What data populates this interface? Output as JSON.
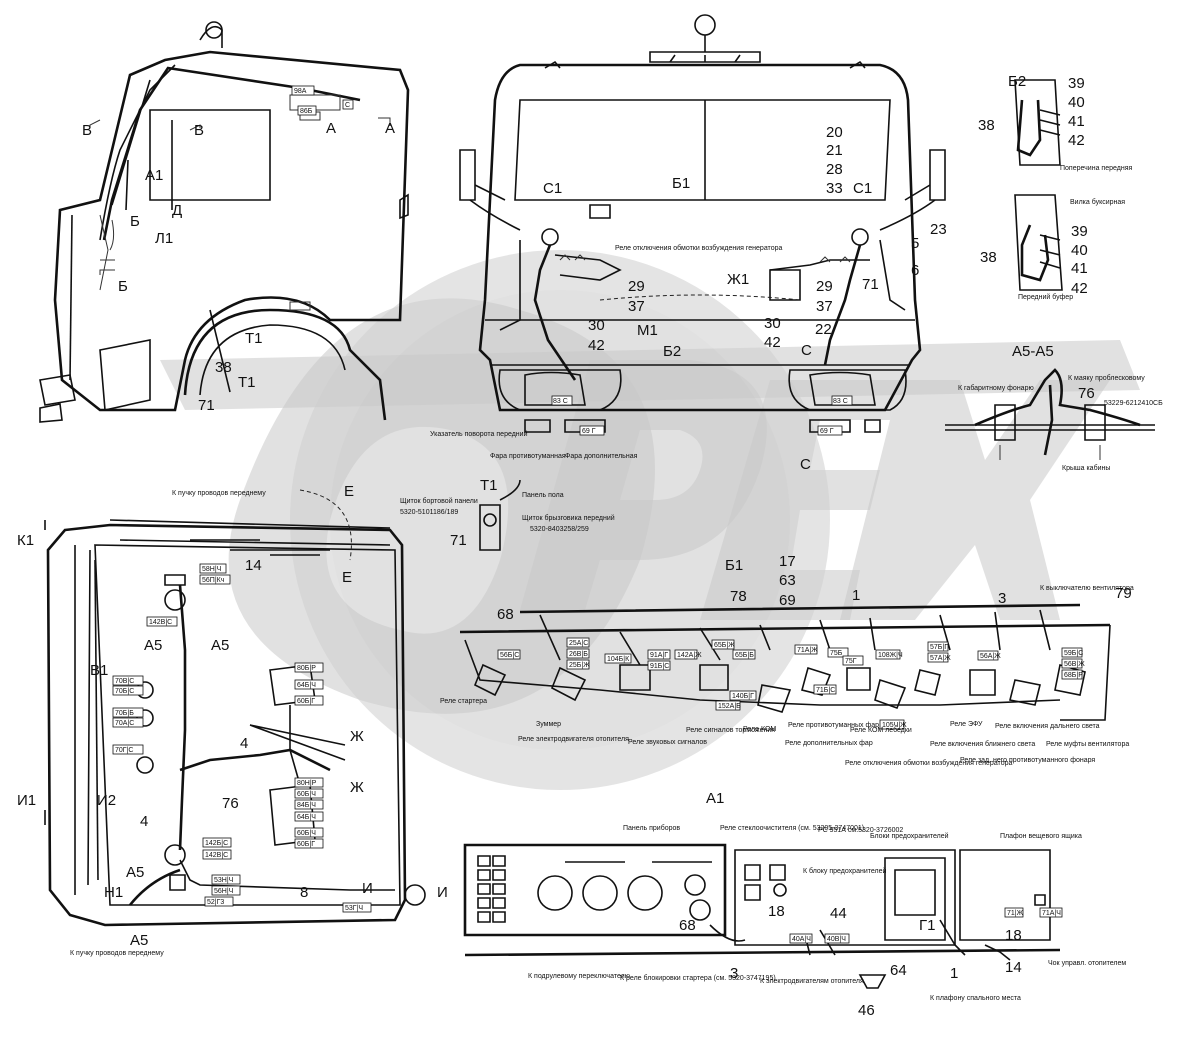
{
  "watermark": {
    "text": "OPEX",
    "color": "#c9c9c9"
  },
  "labels": {
    "side_view": {
      "v_left": "В",
      "v_right": "В",
      "a_left": "А",
      "a_right": "А",
      "a1": "А1",
      "b_left": "Б",
      "b_inner": "Б",
      "d": "Д",
      "l1": "Л1",
      "t1_a": "Т1",
      "t1_b": "Т1",
      "n38": "38",
      "n71": "71"
    },
    "front_view": {
      "c1_left": "С1",
      "c1_right": "С1",
      "b1": "Б1",
      "b2": "Б2",
      "m1": "М1",
      "zh1": "Ж1",
      "c_top": "С",
      "c_bottom": "С",
      "n20": "20",
      "n21": "21",
      "n28": "28",
      "n33": "33",
      "n5": "5",
      "n6": "6",
      "n23": "23",
      "n29a": "29",
      "n37a": "37",
      "n30a": "30",
      "n42a": "42",
      "n29b": "29",
      "n37b": "37",
      "n71": "71",
      "n30b": "30",
      "n42b": "42",
      "n22": "22"
    },
    "bumper_view": {
      "b2": "Б2",
      "n38a": "38",
      "n39a": "39",
      "n40a": "40",
      "n41a": "41",
      "n42a": "42",
      "n38b": "38",
      "n39b": "39",
      "n40b": "40",
      "n41b": "41",
      "n42b": "42",
      "cap_front_cross": "Поперечина передняя",
      "cap_tow": "Вилка буксирная",
      "cap_front_bumper": "Передний буфер"
    },
    "section_a5": {
      "title": "А5-А5",
      "n76": "76",
      "cap_to_marker": "К габаритному фонарю",
      "cap_to_beacon": "К маяку проблесковому",
      "cap_part": "53229-6212410СБ",
      "cap_roof": "Крыша кабины"
    },
    "front_captions": {
      "turn": "Указатель поворота передний",
      "fog": "Фара противотуманная",
      "extra": "Фара дополнительная",
      "relay": "Реле отключения обмотки возбуждения генератора"
    },
    "t1_detail": {
      "title": "Т1",
      "n71": "71",
      "cap_shield": "Щиток брызговика передний",
      "cap_shield_part": "5320-8403258/259",
      "cap_step": "Щиток бортовой панели",
      "cap_step_part": "5320-5101186/189",
      "cap_panel": "Панель пола"
    },
    "inside_view": {
      "k1": "К1",
      "e_top": "Е",
      "e_bot": "Е",
      "n14": "14",
      "a5_l": "А5",
      "a5_r": "А5",
      "v1": "В1",
      "i1": "И1",
      "i2": "И2",
      "n4a": "4",
      "n4b": "4",
      "n76": "76",
      "zh_a": "Ж",
      "zh_b": "Ж",
      "a5_b1": "А5",
      "a5_b2": "А5",
      "n1": "Н1",
      "n8": "8",
      "i_a": "И",
      "i_b": "И",
      "cap_to_front": "К пучку проводов переднему",
      "cap_to_front2": "К пучку проводов переднему"
    },
    "relay_row": {
      "b1": "Б1",
      "n17": "17",
      "n63": "63",
      "n69": "69",
      "n78": "78",
      "n1": "1",
      "n3": "3",
      "n68": "68",
      "n79": "79",
      "cap_fan": "К выключателю вентилятора"
    },
    "relay_captions": [
      "Реле стартера",
      "Зуммер",
      "Реле электродвигателя отопителя",
      "Реле звуковых сигналов",
      "Реле сигналов торможения",
      "Реле КОМ",
      "Реле противотуманных фар",
      "Реле дополнительных фар",
      "Реле КОМ лебедки",
      "Реле отключения обмотки возбуждения генератора",
      "Реле включения ближнего света",
      "Реле ЭФУ",
      "Реле включения дальнего света",
      "Реле зад. него противотуманного фонаря",
      "Реле муфты вентилятора"
    ],
    "dash_view": {
      "title": "А1",
      "n3": "3",
      "n68": "68",
      "n18a": "18",
      "n44": "44",
      "n64": "64",
      "n46": "46",
      "n1": "1",
      "n14": "14",
      "n18b": "18",
      "g1": "Г1",
      "cap_panel": "Панель приборов",
      "cap_relay": "Реле стеклоочистителя (см. 53205-3747001)",
      "cap_rs": "РС 951А см.5320-3726002",
      "cap_fuses": "Блоки предохранителей",
      "cap_lamp": "Плафон вещевого ящика",
      "cap_to_block": "К блоку предохранителей",
      "cap_steer": "К подрулевому переключателю",
      "cap_starter": "К реле блокировки стартера (см. 5320-3747195)",
      "cap_heater": "К электродвигателям отопителя",
      "cap_lamp_sleep": "К плафону спального места",
      "cap_switch": "Чок управл. отопителем"
    }
  },
  "tags": {
    "side": [
      "98А",
      "86Б",
      "С"
    ],
    "front": [
      "83 С",
      "69 Г"
    ],
    "relays": [
      "56Б|С",
      "25А|С",
      "26В|Б",
      "25Б|Ж",
      "104Б|К",
      "91А|Г",
      "91Б|С",
      "142А|Ж",
      "65Б|Ж",
      "65Б|Б",
      "140Б|Г",
      "152А|Б",
      "71А|Ж",
      "71Б|С",
      "75Б",
      "75Г",
      "108Ж|Ч",
      "105Ч|Ж",
      "57Б|Г",
      "57А|Ж",
      "56А|Ж",
      "59Б|С",
      "56В|Ж",
      "68Б|Р"
    ],
    "inside": [
      "58Н|Ч",
      "56П|Кч",
      "142В|С",
      "70В|С",
      "70Б|С",
      "70Б|Б",
      "70А|С",
      "70Г|С",
      "80Б|Р",
      "64Б|Ч",
      "60Б|Г",
      "80Н|Р",
      "60Б|Ч",
      "84Б|Ч",
      "64Б|Ч",
      "60Б|Ч",
      "60Б|Г",
      "142Б|С",
      "142В|С",
      "53Н|Ч",
      "56Н|Ч",
      "52|Г3",
      "53Г|Ч"
    ],
    "dash": [
      "40А|Ч",
      "40В|Ч",
      "71|Ж",
      "71А|Ч"
    ]
  }
}
